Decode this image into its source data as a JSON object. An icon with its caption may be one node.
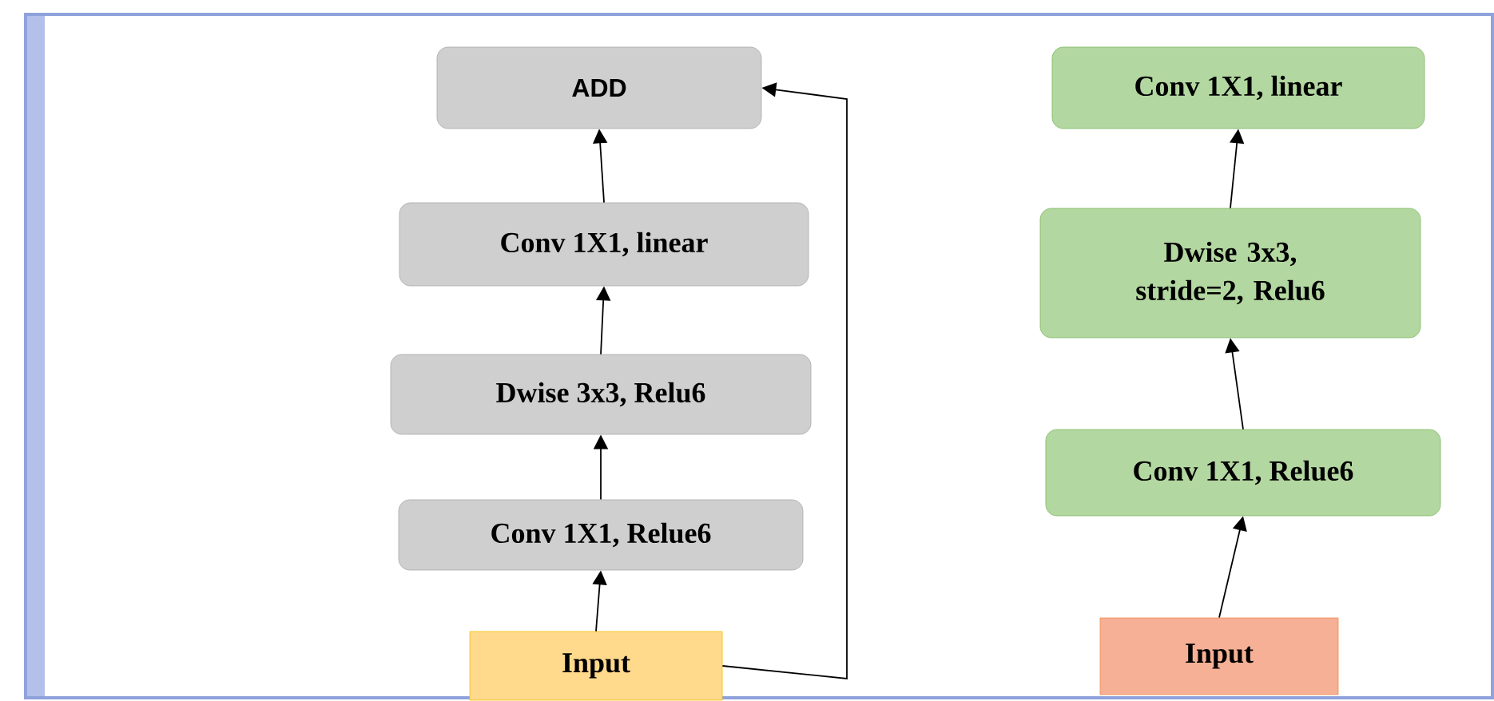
{
  "diagram": {
    "nodes": [
      {
        "text": [
          "ADD"
        ]
      },
      {
        "text": [
          "Conv 1X1, linear"
        ]
      },
      {
        "text": [
          "Dwise 3x3, Relu6"
        ]
      },
      {
        "text": [
          "Conv 1X1, Relue6"
        ]
      },
      {
        "text": [
          "Input"
        ]
      },
      {
        "text": [
          "Conv 1X1, linear"
        ]
      },
      {
        "text": [
          "Dwise 3x3, stride=2, Relu6"
        ]
      },
      {
        "text": [
          "Conv 1X1, Relue6"
        ]
      },
      {
        "text": [
          "Input"
        ]
      }
    ],
    "edges": [
      {
        "from": 4,
        "to": 3,
        "arrow": "to"
      },
      {
        "from": 3,
        "to": 2,
        "arrow": "to"
      },
      {
        "from": 2,
        "to": 1,
        "arrow": "to"
      },
      {
        "from": 1,
        "to": 0,
        "arrow": "to"
      },
      {
        "from": 4,
        "to": 0,
        "arrow": "to"
      },
      {
        "from": 8,
        "to": 7,
        "arrow": "to"
      },
      {
        "from": 7,
        "to": 6,
        "arrow": "to"
      },
      {
        "from": 6,
        "to": 5,
        "arrow": "to"
      }
    ]
  }
}
